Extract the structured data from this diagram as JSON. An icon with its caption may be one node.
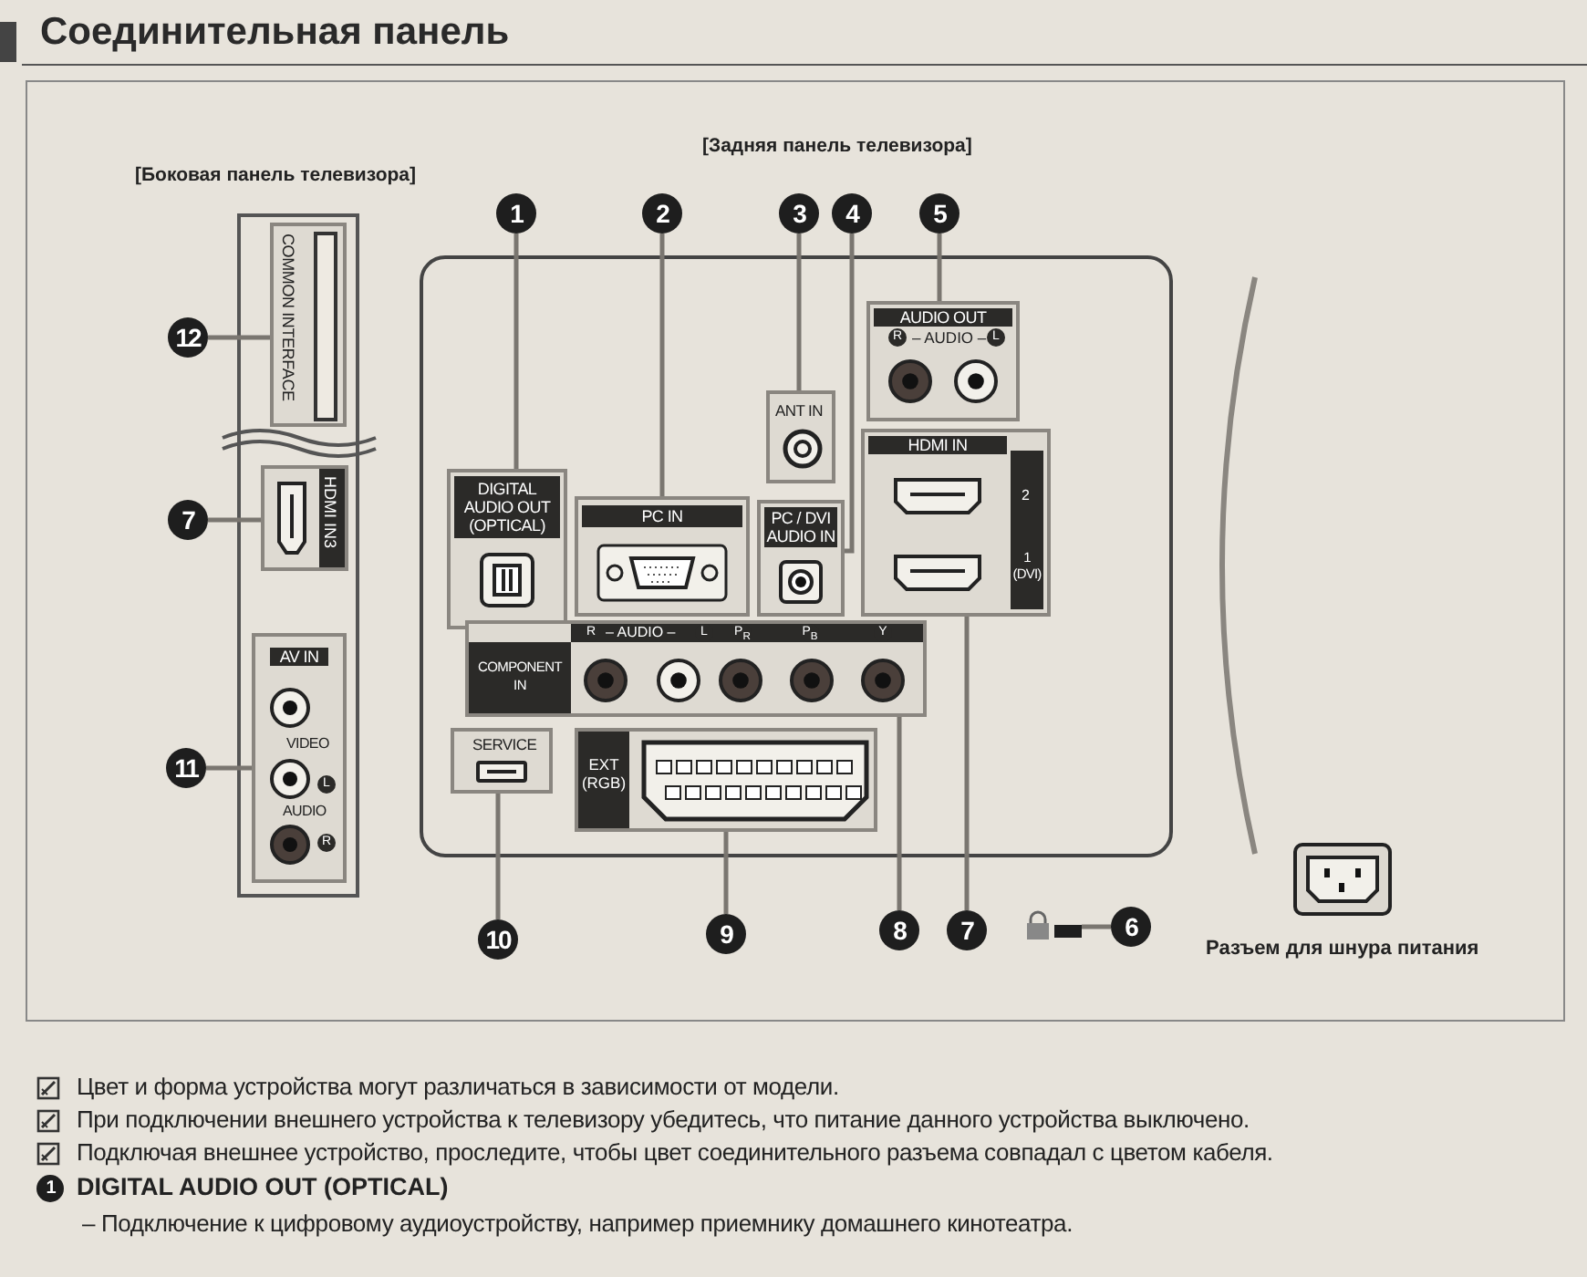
{
  "diagram": {
    "title": "Соединительная панель",
    "nodes": [
      {
        "text": [
          "[Боковая панель телевизора]"
        ]
      },
      {
        "text": [
          "COMMON INTERFACE"
        ],
        "in": 0
      },
      {
        "text": [
          "HDMI IN3"
        ],
        "in": 0
      },
      {
        "text": [
          "AV IN",
          "VIDEO",
          "L",
          "AUDIO",
          "R"
        ],
        "in": 0
      },
      {
        "text": [],
        "shape": "box"
      },
      {
        "text": [
          "DIGITAL AUDIO OUT (OPTICAL)"
        ],
        "in": 4
      },
      {
        "text": [
          "PC IN"
        ],
        "in": 4
      },
      {
        "text": [
          "ANT IN"
        ],
        "in": 4
      },
      {
        "text": [
          "PC / DVI AUDIO IN"
        ],
        "in": 4
      },
      {
        "text": [
          "AUDIO OUT",
          "R",
          "– AUDIO –",
          "L"
        ],
        "in": 4
      },
      {
        "text": [
          "HDMI IN",
          "2",
          "1 (DVI)"
        ],
        "in": 4
      },
      {
        "text": [
          "COMPONENT IN",
          "R",
          "– AUDIO –",
          "L",
          "P$_{R}$",
          "P$_{B}$",
          "Y"
        ],
        "in": 4
      },
      {
        "text": [
          "SERVICE"
        ],
        "in": 4
      },
      {
        "text": [
          "EXT (RGB)"
        ],
        "in": 4
      },
      {
        "text": [],
        "shape": "lock"
      },
      {
        "text": [
          "Разъем для шнура питания"
        ]
      },
      {
        "text": [
          "1"
        ]
      },
      {
        "text": [
          "2"
        ]
      },
      {
        "text": [
          "3"
        ]
      },
      {
        "text": [
          "4"
        ]
      },
      {
        "text": [
          "5"
        ]
      },
      {
        "text": [
          "12"
        ]
      },
      {
        "text": [
          "7"
        ]
      },
      {
        "text": [
          "11"
        ]
      },
      {
        "text": [
          "10"
        ]
      },
      {
        "text": [
          "9"
        ]
      },
      {
        "text": [
          "8"
        ]
      },
      {
        "text": [
          "7"
        ]
      },
      {
        "text": [
          "6"
        ]
      }
    ],
    "edges": [
      {
        "from": 16,
        "to": 5,
        "arrow": "none"
      },
      {
        "from": 17,
        "to": 6,
        "arrow": "none"
      },
      {
        "from": 18,
        "to": 7,
        "arrow": "none"
      },
      {
        "from": 19,
        "to": 8,
        "arrow": "none"
      },
      {
        "from": 20,
        "to": 9,
        "arrow": "none"
      },
      {
        "from": 21,
        "to": 1,
        "arrow": "none"
      },
      {
        "from": 22,
        "to": 2,
        "arrow": "none"
      },
      {
        "from": 23,
        "to": 3,
        "arrow": "none"
      },
      {
        "from": 24,
        "to": 12,
        "arrow": "none"
      },
      {
        "from": 25,
        "to": 13,
        "arrow": "none"
      },
      {
        "from": 26,
        "to": 11,
        "arrow": "none"
      },
      {
        "from": 27,
        "to": 10,
        "arrow": "none"
      },
      {
        "from": 28,
        "to": 14,
        "arrow": "none"
      }
    ],
    "labels": [
      "[Задняя панель телевизора]",
      "Цвет и форма устройства могут различаться в зависимости от модели.",
      "При подключении внешнего устройства к телевизору убедитесь, что питание данного устройства выключено.",
      "Подключая внешнее устройство, проследите, чтобы цвет соединительного разъема совпадал с цветом кабеля.",
      "1",
      "DIGITAL AUDIO OUT (OPTICAL)",
      "– Подключение к цифровому аудиоустройству, например приемнику домашнего кинотеатра."
    ]
  }
}
